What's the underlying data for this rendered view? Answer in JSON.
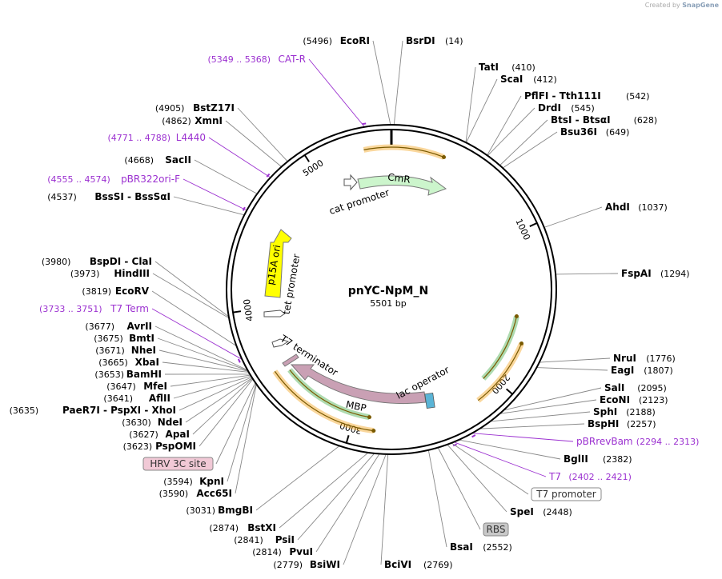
{
  "credit": {
    "prefix": "Created by",
    "brand": "SnapGene"
  },
  "plasmid": {
    "name": "pnYC-NpM_N",
    "length_label": "5501 bp",
    "length": 5501
  },
  "ticks": [
    {
      "bp": 1000,
      "label": "1000"
    },
    {
      "bp": 2000,
      "label": "2000"
    },
    {
      "bp": 3000,
      "label": "3000"
    },
    {
      "bp": 4000,
      "label": "4000"
    },
    {
      "bp": 5000,
      "label": "5000"
    }
  ],
  "sites": [
    {
      "name": "EcoRI",
      "pos": "(5496)",
      "bp": 5496,
      "side": "L",
      "kind": "enzyme"
    },
    {
      "name": "BsrDI",
      "pos": "(14)",
      "bp": 14,
      "side": "R",
      "kind": "enzyme"
    },
    {
      "name": "CAT-R",
      "pos": "(5349 .. 5368)",
      "bp": 5358,
      "side": "L",
      "kind": "primer"
    },
    {
      "name": "TatI",
      "pos": "(410)",
      "bp": 410,
      "side": "R",
      "kind": "enzyme"
    },
    {
      "name": "ScaI",
      "pos": "(412)",
      "bp": 412,
      "side": "R",
      "kind": "enzyme"
    },
    {
      "name": "PflFI - Tth111I",
      "pos": "(542)",
      "bp": 542,
      "side": "R",
      "kind": "enzyme"
    },
    {
      "name": "DrdI",
      "pos": "(545)",
      "bp": 545,
      "side": "R",
      "kind": "enzyme"
    },
    {
      "name": "BtsI - BtsαI",
      "pos": "(628)",
      "bp": 628,
      "side": "R",
      "kind": "enzyme"
    },
    {
      "name": "Bsu36I",
      "pos": "(649)",
      "bp": 649,
      "side": "R",
      "kind": "enzyme"
    },
    {
      "name": "AhdI",
      "pos": "(1037)",
      "bp": 1037,
      "side": "R",
      "kind": "enzyme"
    },
    {
      "name": "FspAI",
      "pos": "(1294)",
      "bp": 1294,
      "side": "R",
      "kind": "enzyme"
    },
    {
      "name": "NruI",
      "pos": "(1776)",
      "bp": 1776,
      "side": "R",
      "kind": "enzyme"
    },
    {
      "name": "EagI",
      "pos": "(1807)",
      "bp": 1807,
      "side": "R",
      "kind": "enzyme"
    },
    {
      "name": "SalI",
      "pos": "(2095)",
      "bp": 2095,
      "side": "R",
      "kind": "enzyme"
    },
    {
      "name": "EcoNI",
      "pos": "(2123)",
      "bp": 2123,
      "side": "R",
      "kind": "enzyme"
    },
    {
      "name": "SphI",
      "pos": "(2188)",
      "bp": 2188,
      "side": "R",
      "kind": "enzyme"
    },
    {
      "name": "BspHI",
      "pos": "(2257)",
      "bp": 2257,
      "side": "R",
      "kind": "enzyme"
    },
    {
      "name": "pBRrevBam",
      "pos": "(2294 .. 2313)",
      "bp": 2303,
      "side": "R",
      "kind": "primer"
    },
    {
      "name": "BglII",
      "pos": "(2382)",
      "bp": 2382,
      "side": "R",
      "kind": "enzyme"
    },
    {
      "name": "T7",
      "pos": "(2402 .. 2421)",
      "bp": 2411,
      "side": "R",
      "kind": "primer"
    },
    {
      "name": "T7 promoter",
      "pos": "",
      "bp": 2425,
      "side": "R",
      "kind": "boxed"
    },
    {
      "name": "SpeI",
      "pos": "(2448)",
      "bp": 2448,
      "side": "R",
      "kind": "enzyme"
    },
    {
      "name": "RBS",
      "pos": "",
      "bp": 2500,
      "side": "R",
      "kind": "boxgrey"
    },
    {
      "name": "BsaI",
      "pos": "(2552)",
      "bp": 2552,
      "side": "R",
      "kind": "enzyme"
    },
    {
      "name": "BciVI",
      "pos": "(2769)",
      "bp": 2769,
      "side": "R",
      "kind": "enzyme"
    },
    {
      "name": "BsiWI",
      "pos": "(2779)",
      "bp": 2779,
      "side": "L",
      "kind": "enzyme"
    },
    {
      "name": "PvuI",
      "pos": "(2814)",
      "bp": 2814,
      "side": "L",
      "kind": "enzyme"
    },
    {
      "name": "PsiI",
      "pos": "(2841)",
      "bp": 2841,
      "side": "L",
      "kind": "enzyme"
    },
    {
      "name": "BstXI",
      "pos": "(2874)",
      "bp": 2874,
      "side": "L",
      "kind": "enzyme"
    },
    {
      "name": "BmgBI",
      "pos": "(3031)",
      "bp": 3031,
      "side": "L",
      "kind": "enzyme"
    },
    {
      "name": "Acc65I",
      "pos": "(3590)",
      "bp": 3590,
      "side": "L",
      "kind": "enzyme"
    },
    {
      "name": "KpnI",
      "pos": "(3594)",
      "bp": 3594,
      "side": "L",
      "kind": "enzyme"
    },
    {
      "name": "HRV 3C site",
      "pos": "",
      "bp": 3600,
      "side": "L",
      "kind": "boxpink"
    },
    {
      "name": "PspOMI",
      "pos": "(3623)",
      "bp": 3623,
      "side": "L",
      "kind": "enzyme"
    },
    {
      "name": "ApaI",
      "pos": "(3627)",
      "bp": 3627,
      "side": "L",
      "kind": "enzyme"
    },
    {
      "name": "NdeI",
      "pos": "(3630)",
      "bp": 3630,
      "side": "L",
      "kind": "enzyme"
    },
    {
      "name": "PaeR7I - PspXI - XhoI",
      "pos": "(3635)",
      "bp": 3635,
      "side": "L",
      "kind": "enzyme"
    },
    {
      "name": "AflII",
      "pos": "(3641)",
      "bp": 3641,
      "side": "L",
      "kind": "enzyme"
    },
    {
      "name": "MfeI",
      "pos": "(3647)",
      "bp": 3647,
      "side": "L",
      "kind": "enzyme"
    },
    {
      "name": "BamHI",
      "pos": "(3653)",
      "bp": 3653,
      "side": "L",
      "kind": "enzyme"
    },
    {
      "name": "XbaI",
      "pos": "(3665)",
      "bp": 3665,
      "side": "L",
      "kind": "enzyme"
    },
    {
      "name": "NheI",
      "pos": "(3671)",
      "bp": 3671,
      "side": "L",
      "kind": "enzyme"
    },
    {
      "name": "BmtI",
      "pos": "(3675)",
      "bp": 3675,
      "side": "L",
      "kind": "enzyme"
    },
    {
      "name": "AvrII",
      "pos": "(3677)",
      "bp": 3677,
      "side": "L",
      "kind": "enzyme"
    },
    {
      "name": "T7 Term",
      "pos": "(3733 .. 3751)",
      "bp": 3742,
      "side": "L",
      "kind": "primer"
    },
    {
      "name": "EcoRV",
      "pos": "(3819)",
      "bp": 3819,
      "side": "L",
      "kind": "enzyme"
    },
    {
      "name": "HindIII",
      "pos": "(3973)",
      "bp": 3973,
      "side": "L",
      "kind": "enzyme"
    },
    {
      "name": "BspDI - ClaI",
      "pos": "(3980)",
      "bp": 3980,
      "side": "L",
      "kind": "enzyme"
    },
    {
      "name": "BssSI - BssSαI",
      "pos": "(4537)",
      "bp": 4537,
      "side": "L",
      "kind": "enzyme"
    },
    {
      "name": "pBR322ori-F",
      "pos": "(4555 .. 4574)",
      "bp": 4564,
      "side": "L",
      "kind": "primer"
    },
    {
      "name": "SacII",
      "pos": "(4668)",
      "bp": 4668,
      "side": "L",
      "kind": "enzyme"
    },
    {
      "name": "L4440",
      "pos": "(4771 .. 4788)",
      "bp": 4780,
      "side": "L",
      "kind": "primer"
    },
    {
      "name": "XmnI",
      "pos": "(4862)",
      "bp": 4862,
      "side": "L",
      "kind": "enzyme"
    },
    {
      "name": "BstZ17I",
      "pos": "(4905)",
      "bp": 4905,
      "side": "L",
      "kind": "enzyme"
    }
  ],
  "features": {
    "cmr": "CmR",
    "cat_promoter": "cat promoter",
    "p15a_ori": "p15A ori",
    "tet_promoter": "tet promoter",
    "t7_terminator": "T7 terminator",
    "mbp": "MBP",
    "lac_operator": "lac operator"
  },
  "colors": {
    "backbone": "#000000",
    "enzyme_text": "#000000",
    "primer": "#9b30d0",
    "cmr_fill": "#ccf5cc",
    "ori_fill": "#ffff00",
    "mbp_fill": "#c9a0b4",
    "orf_orange": "#f5a623",
    "orf_green": "#4caf50",
    "lac": "#5ab4d6"
  }
}
